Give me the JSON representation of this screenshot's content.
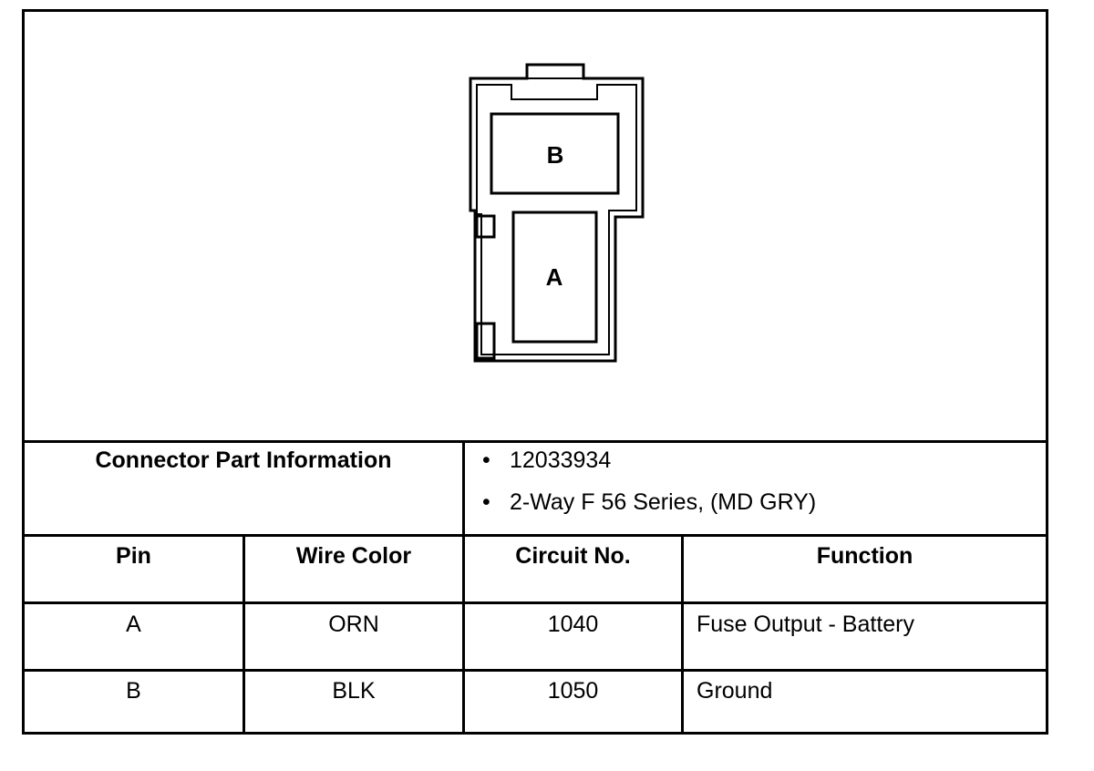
{
  "connector": {
    "cavity_b_label": "B",
    "cavity_a_label": "A"
  },
  "part_info": {
    "heading": "Connector Part Information",
    "items": [
      "12033934",
      "2-Way F 56 Series, (MD GRY)"
    ]
  },
  "table": {
    "headers": [
      "Pin",
      "Wire Color",
      "Circuit No.",
      "Function"
    ],
    "rows": [
      [
        "A",
        "ORN",
        "1040",
        "Fuse Output - Battery"
      ],
      [
        "B",
        "BLK",
        "1050",
        "Ground"
      ]
    ]
  }
}
